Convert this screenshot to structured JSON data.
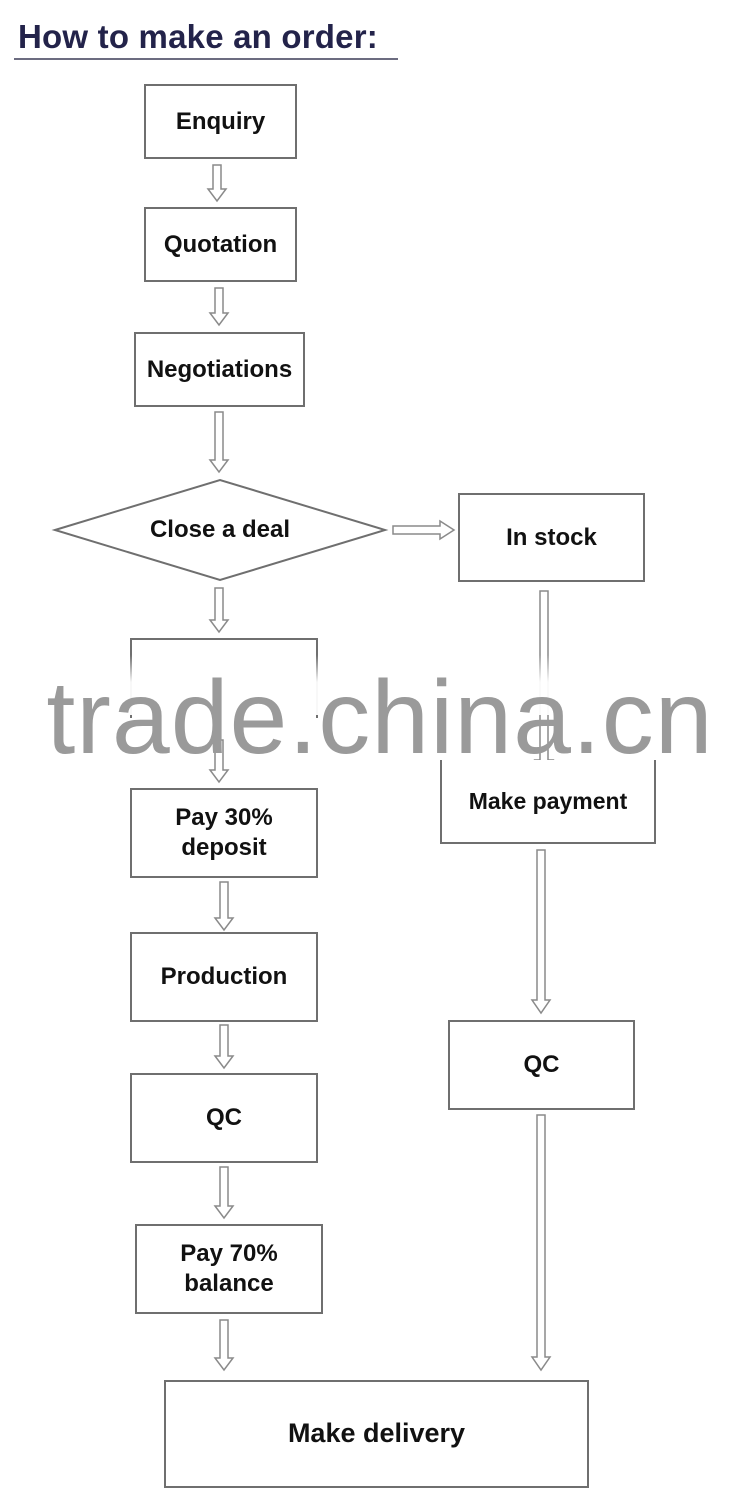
{
  "title": "How to make an order:",
  "nodes": {
    "enquiry": "Enquiry",
    "quotation": "Quotation",
    "negotiations": "Negotiations",
    "close_deal": "Close a deal",
    "in_stock": "In stock",
    "sign_contract": "",
    "make_payment": "Make payment",
    "pay_deposit": "Pay 30%\ndeposit",
    "production": "Production",
    "qc_left": "QC",
    "qc_right": "QC",
    "pay_balance": "Pay 70%\nbalance",
    "make_delivery": "Make delivery"
  },
  "watermark": "trade.china.cn",
  "colors": {
    "title": "#23234a",
    "border": "#6f6f6f",
    "watermark": "#9a9a9a"
  }
}
